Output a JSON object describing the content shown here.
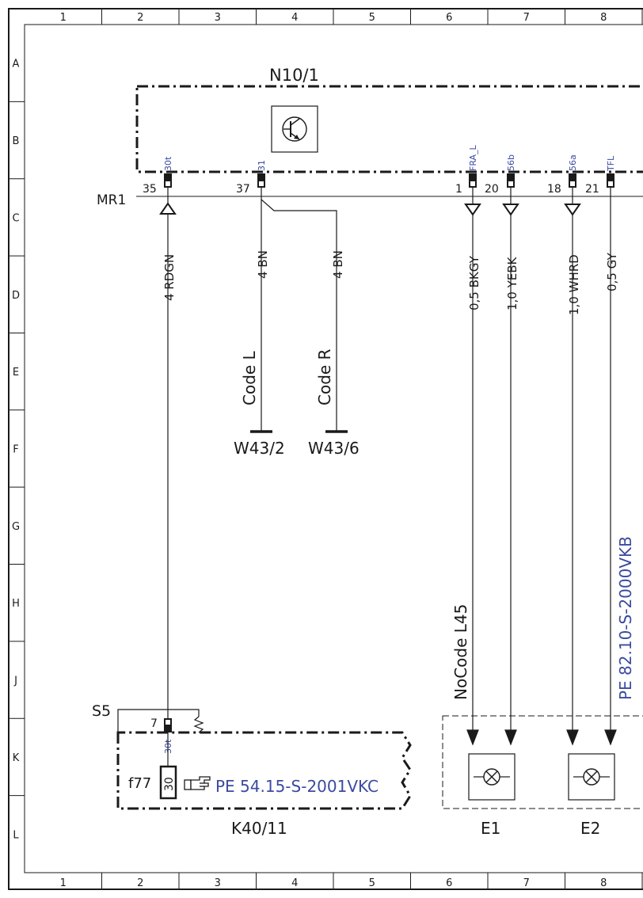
{
  "grid": {
    "columns": [
      "1",
      "2",
      "3",
      "4",
      "5",
      "6",
      "7",
      "8"
    ],
    "rows": [
      "A",
      "B",
      "C",
      "D",
      "E",
      "F",
      "G",
      "H",
      "J",
      "K",
      "L"
    ]
  },
  "modules": {
    "n10": {
      "name": "N10/1"
    },
    "k40": {
      "name": "K40/11"
    },
    "mr1": "MR1",
    "s5": "S5",
    "e1": "E1",
    "e2": "E2",
    "w43_2": "W43/2",
    "w43_6": "W43/6"
  },
  "pins": {
    "p35": "35",
    "p37": "37",
    "p1": "1",
    "p20": "20",
    "p18": "18",
    "p21": "21",
    "p7": "7",
    "sig_30t": "30t",
    "sig_31": "31",
    "sig_fra": "FRA_L",
    "sig_56b": "56b",
    "sig_56a": "56a",
    "sig_tfl": "TFL",
    "sig_30t_k": "30t"
  },
  "wires": {
    "w1": "4 RDGN",
    "w2": "4 BN",
    "w3": "4 BN",
    "w4": "0,5 BKGY",
    "w5": "1,0 YEBK",
    "w6": "1,0 WHRD",
    "w7": "0,5 GY"
  },
  "codes": {
    "code_l": "Code L",
    "code_r": "Code R",
    "nocode": "NoCode L45"
  },
  "fuse": {
    "name": "f77",
    "value": "30"
  },
  "refs": {
    "ref1": "PE 54.15-S-2001VKC",
    "ref2": "PE 82.10-S-2000VKB"
  },
  "colors": {
    "ink": "#1a1a1a",
    "signal": "#3b4aa0"
  }
}
